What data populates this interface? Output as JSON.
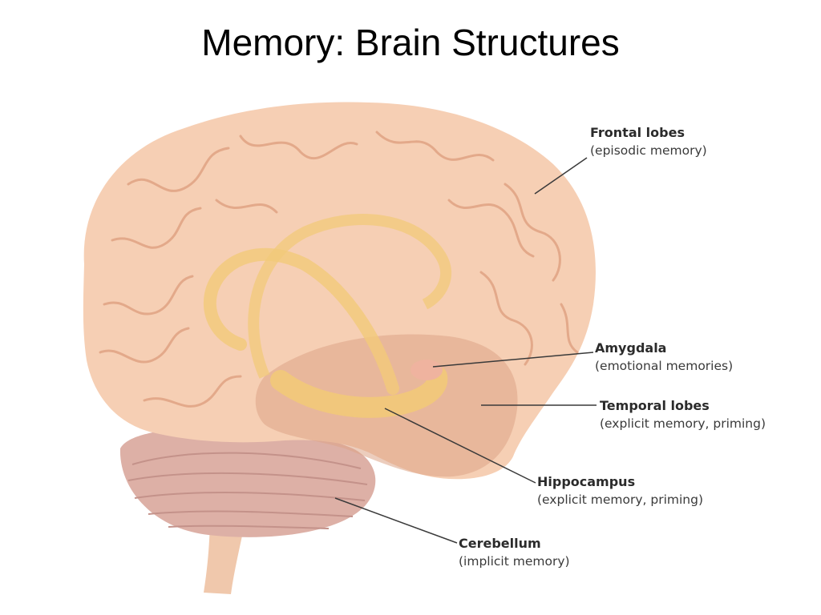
{
  "title": "Memory: Brain Structures",
  "colors": {
    "cortex": "#f6cfb4",
    "cortex_dark": "#e3a98a",
    "cortex_shadow": "#dca487",
    "cerebellum": "#ddb0a6",
    "cerebellum_dark": "#c4928a",
    "hippocampus": "#f2c979",
    "brainstem": "#f0c8ac",
    "amygdala": "#efb39f",
    "leader_line": "#3a3a3a"
  },
  "labels": {
    "frontal": {
      "name": "Frontal lobes",
      "desc": "(episodic memory)"
    },
    "amygdala": {
      "name": "Amygdala",
      "desc": "(emotional memories)"
    },
    "temporal": {
      "name": "Temporal lobes",
      "desc": "(explicit memory, priming)"
    },
    "hippocampus": {
      "name": "Hippocampus",
      "desc": "(explicit memory, priming)"
    },
    "cerebellum": {
      "name": "Cerebellum",
      "desc": "(implicit memory)"
    }
  }
}
